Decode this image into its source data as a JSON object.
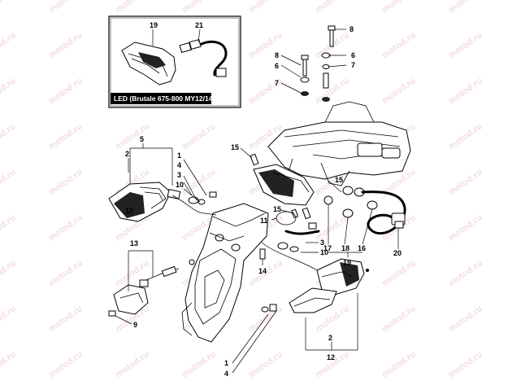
{
  "watermark": "motod.ru",
  "inset": {
    "caption": "LED (Brutale 675-800 MY12/14)",
    "callouts": [
      "19",
      "21"
    ]
  },
  "callouts": {
    "c1": "1",
    "c2": "2",
    "c3": "3",
    "c4": "4",
    "c5": "5",
    "c6": "6",
    "c7": "7",
    "c8": "8",
    "c9": "9",
    "c10": "10",
    "c11": "11",
    "c12": "12",
    "c13": "13",
    "c14": "14",
    "c15": "15",
    "c16": "16",
    "c17": "17",
    "c18": "18",
    "c19": "19",
    "c20": "20"
  },
  "callout_values": [
    "1",
    "2",
    "3",
    "4",
    "5",
    "6",
    "7",
    "8",
    "9",
    "10",
    "11",
    "12",
    "13",
    "14",
    "15",
    "16",
    "17",
    "18",
    "19",
    "20",
    "21"
  ]
}
